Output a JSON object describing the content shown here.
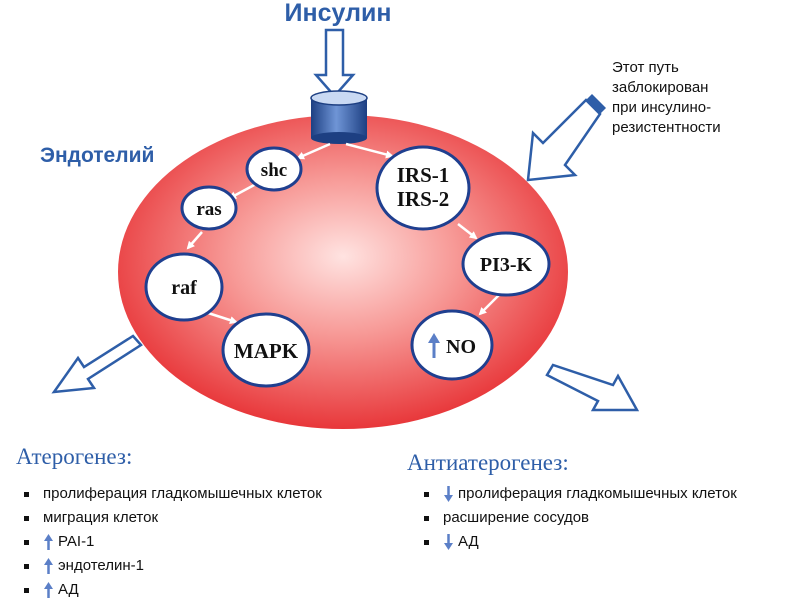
{
  "title": "Инсулин",
  "cell_label": "Эндотелий",
  "note": [
    "Этот путь",
    "заблокирован",
    "при инсулино-",
    "резистентности"
  ],
  "nodes": {
    "shc": "shc",
    "ras": "ras",
    "raf": "raf",
    "mapk": "MAPK",
    "irs1": "IRS-1",
    "irs2": "IRS-2",
    "pi3k": "PI3-K",
    "no": "NO"
  },
  "atherogenesis": {
    "title": "Атерогенез:",
    "items": [
      {
        "text": "пролиферация гладкомышечных клеток",
        "arrow": ""
      },
      {
        "text": "миграция клеток",
        "arrow": ""
      },
      {
        "text": "PAI-1",
        "arrow": "up"
      },
      {
        "text": "эндотелин-1",
        "arrow": "up"
      },
      {
        "text": "АД",
        "arrow": "up"
      }
    ]
  },
  "antiatherogenesis": {
    "title": "Антиатерогенез:",
    "items": [
      {
        "text": "пролиферация гладкомышечных клеток",
        "arrow": "down"
      },
      {
        "text": "расширение сосудов",
        "arrow": ""
      },
      {
        "text": "АД",
        "arrow": "down"
      }
    ]
  },
  "colors": {
    "title_blue": "#2e5ea8",
    "node_border": "#1f3f8f",
    "ellipse_center": "#ffd6d4",
    "ellipse_edge": "#e8373a"
  },
  "icons": [
    "receptor-icon",
    "hollow-arrow-icon",
    "up-arrow-icon",
    "down-arrow-icon",
    "bullet-icon"
  ]
}
